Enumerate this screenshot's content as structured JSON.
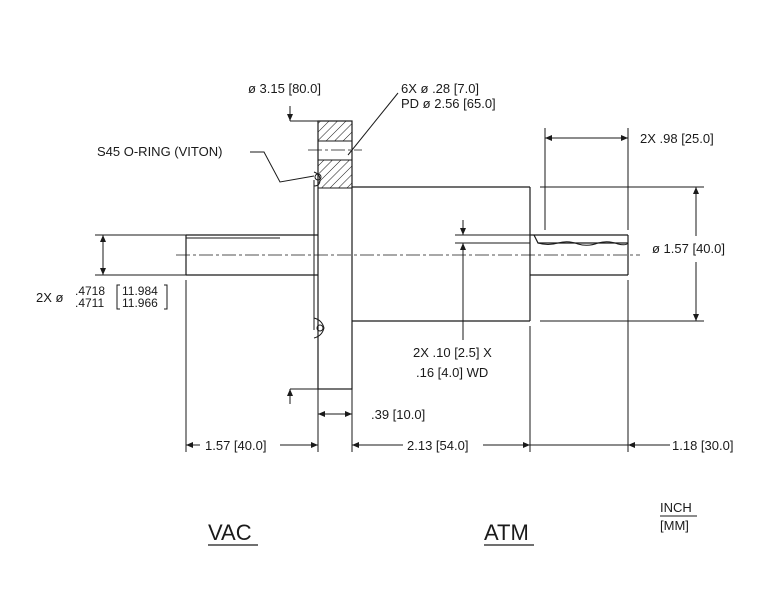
{
  "labels": {
    "flange_diameter": "ø 3.15 [80.0]",
    "bolt_holes_line1": "6X ø .28 [7.0]",
    "bolt_holes_line2": "PD ø 2.56 [65.0]",
    "o_ring": "S45 O-RING (VITON)",
    "shaft_length_atm": "2X .98 [25.0]",
    "body_diameter": "ø 1.57 [40.0]",
    "shaft_dia_prefix": "2X ø",
    "shaft_dia_inch_max": ".4718",
    "shaft_dia_inch_min": ".4711",
    "shaft_dia_mm_max": "11.984",
    "shaft_dia_mm_min": "11.966",
    "keyway_line1": "2X .10 [2.5] X",
    "keyway_line2": ".16 [4.0] WD",
    "flange_thickness": ".39 [10.0]",
    "vac_shaft_length": "1.57 [40.0]",
    "body_length": "2.13 [54.0]",
    "atm_shaft_length": "1.18 [30.0]",
    "side_vac": "VAC",
    "side_atm": "ATM",
    "unit_primary": "INCH",
    "unit_secondary": "[MM]"
  }
}
